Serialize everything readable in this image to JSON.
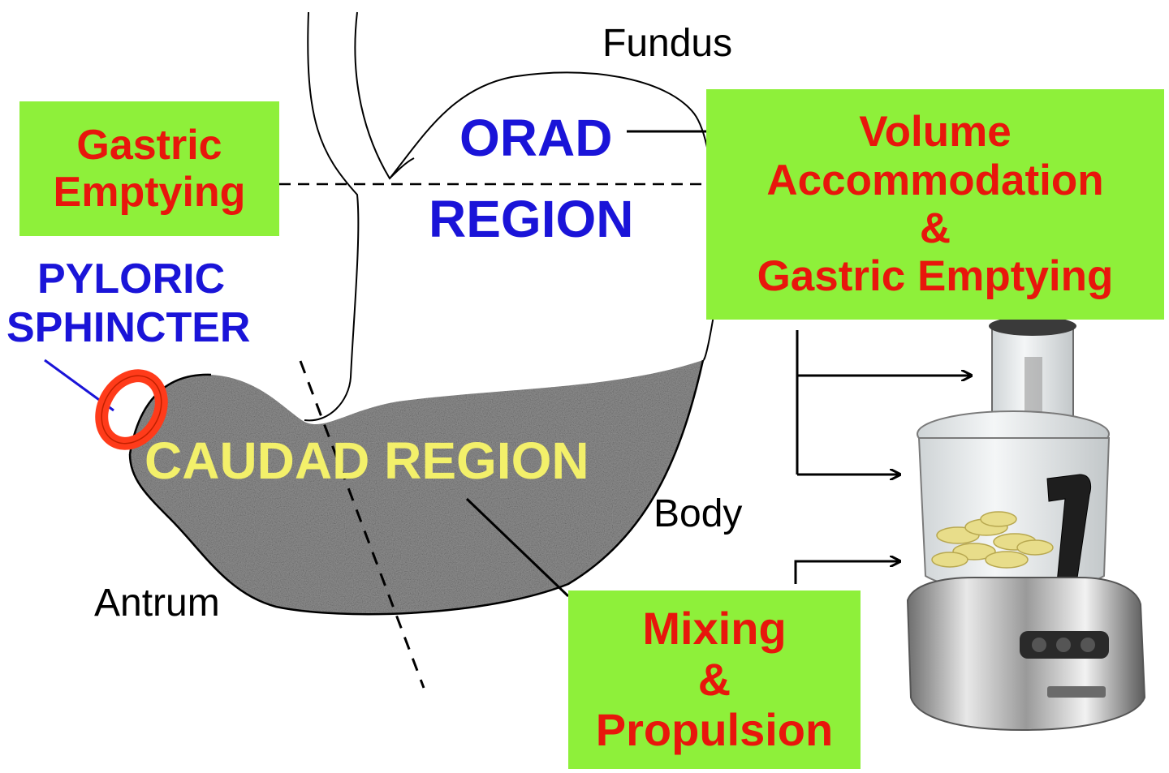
{
  "colors": {
    "green_box": "#8ef03a",
    "red_text": "#e8160c",
    "blue_text": "#1a14d8",
    "yellow_text": "#f3f06a",
    "stomach_fill": "#8f8f8f",
    "sphincter": "#ff3b1a",
    "line": "#000000"
  },
  "labels": {
    "fundus": "Fundus",
    "body": "Body",
    "antrum": "Antrum",
    "orad": "ORAD",
    "region": "REGION",
    "caudad": "CAUDAD REGION",
    "pyloric_line1": "PYLORIC",
    "pyloric_line2": "SPHINCTER"
  },
  "boxes": {
    "gastric_emptying": {
      "line1": "Gastric",
      "line2": "Emptying"
    },
    "volume": {
      "line1": "Volume",
      "line2": "Accommodation",
      "line3": "&",
      "line4": "Gastric Emptying"
    },
    "mixing": {
      "line1": "Mixing",
      "line2": "&",
      "line3": "Propulsion"
    }
  },
  "icons": {
    "food_processor": "food-processor-icon",
    "pyloric_ring": "pyloric-ring-icon"
  }
}
